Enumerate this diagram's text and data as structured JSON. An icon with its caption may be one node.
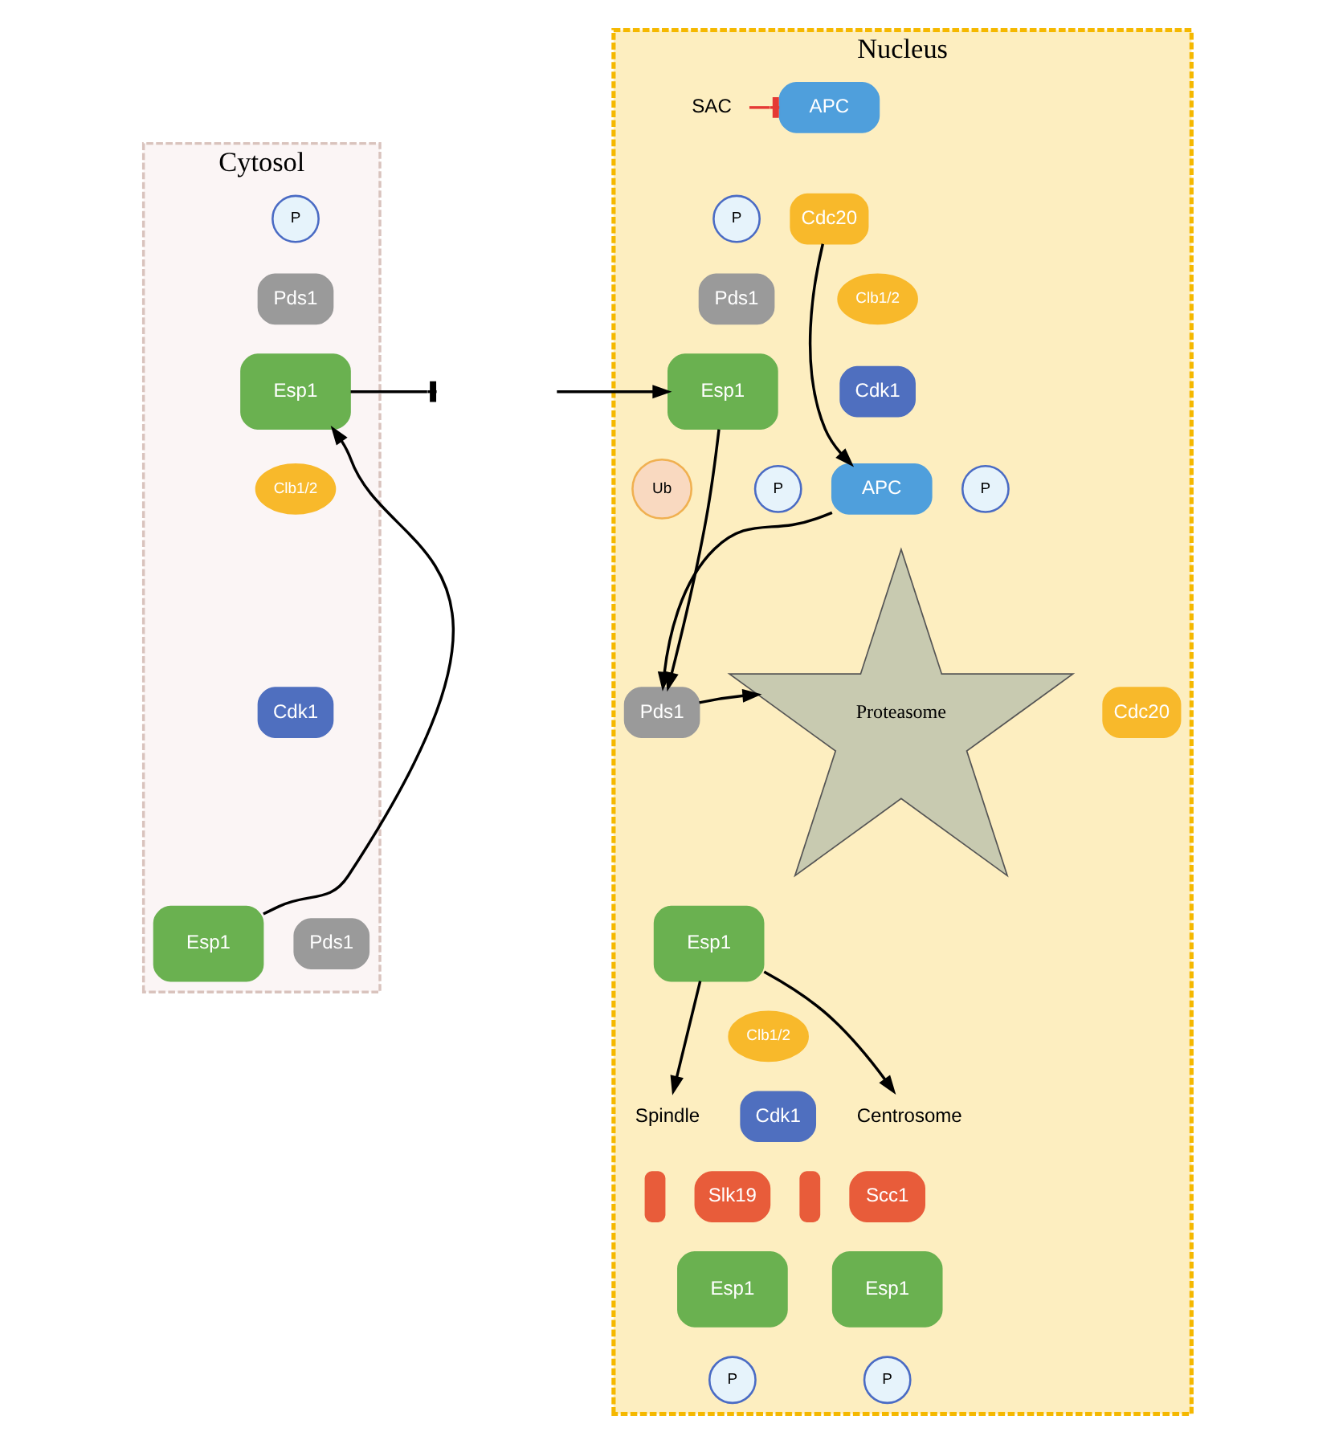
{
  "diagram": {
    "nodes": [
      {
        "text": [
          "Cytosol"
        ]
      },
      {
        "text": [
          "Nucleus"
        ]
      },
      {
        "text": [
          "P"
        ],
        "in": 0
      },
      {
        "text": [
          "Pds1"
        ],
        "in": 0
      },
      {
        "text": [
          "Esp1"
        ],
        "in": 0
      },
      {
        "text": [
          "Clb1/2"
        ],
        "in": 0
      },
      {
        "text": [
          "Cdk1"
        ],
        "in": 0
      },
      {
        "text": [
          "Esp1"
        ],
        "in": 0
      },
      {
        "text": [
          "Pds1"
        ],
        "in": 0
      },
      {
        "text": [
          "SAC"
        ],
        "in": 1
      },
      {
        "text": [
          "APC"
        ],
        "in": 1
      },
      {
        "text": [
          "Cdc20"
        ],
        "in": 1
      },
      {
        "text": [
          "P"
        ],
        "in": 1
      },
      {
        "text": [
          "Pds1"
        ],
        "in": 1
      },
      {
        "text": [
          "Esp1"
        ],
        "in": 1
      },
      {
        "text": [
          "Clb1/2"
        ],
        "in": 1
      },
      {
        "text": [
          "Cdk1"
        ],
        "in": 1
      },
      {
        "text": [
          "APC"
        ],
        "in": 1
      },
      {
        "text": [
          "P"
        ],
        "in": 1
      },
      {
        "text": [
          "Cdc20"
        ],
        "in": 1
      },
      {
        "text": [
          "Ub"
        ],
        "in": 1
      },
      {
        "text": [
          "P"
        ],
        "in": 1
      },
      {
        "text": [
          "Pds1"
        ],
        "in": 1
      },
      {
        "text": [
          "Proteasome"
        ],
        "in": 1
      },
      {
        "text": [
          "Esp1"
        ],
        "in": 1
      },
      {
        "text": [
          "Clb1/2"
        ],
        "in": 1
      },
      {
        "text": [
          "Cdk1"
        ],
        "in": 1
      },
      {
        "text": [
          "Spindle"
        ],
        "in": 1
      },
      {
        "text": [
          "Centrosome"
        ],
        "in": 1
      },
      {
        "text": [],
        "shape": "box",
        "in": 1
      },
      {
        "text": [
          "Slk19"
        ],
        "in": 1
      },
      {
        "text": [
          "Esp1"
        ],
        "in": 1
      },
      {
        "text": [
          "P"
        ],
        "in": 1
      },
      {
        "text": [],
        "shape": "box",
        "in": 1
      },
      {
        "text": [
          "Scc1"
        ],
        "in": 1
      },
      {
        "text": [
          "Esp1"
        ],
        "in": 1
      },
      {
        "text": [
          "P"
        ],
        "in": 1
      }
    ],
    "edges": [
      {
        "from": 7,
        "to": 4,
        "arrow": "to"
      },
      {
        "from": 4,
        "to": null,
        "arrow": "other"
      },
      {
        "from": null,
        "to": 14,
        "arrow": "to"
      },
      {
        "from": 9,
        "to": 10,
        "arrow": "other",
        "color": "#e53935"
      },
      {
        "from": 11,
        "to": 17,
        "arrow": "to"
      },
      {
        "from": 14,
        "to": 22,
        "arrow": "to"
      },
      {
        "from": 17,
        "to": 22,
        "arrow": "to"
      },
      {
        "from": 22,
        "to": 23,
        "arrow": "to"
      },
      {
        "from": 24,
        "to": 27,
        "arrow": "to"
      },
      {
        "from": 24,
        "to": 28,
        "arrow": "to"
      }
    ]
  }
}
